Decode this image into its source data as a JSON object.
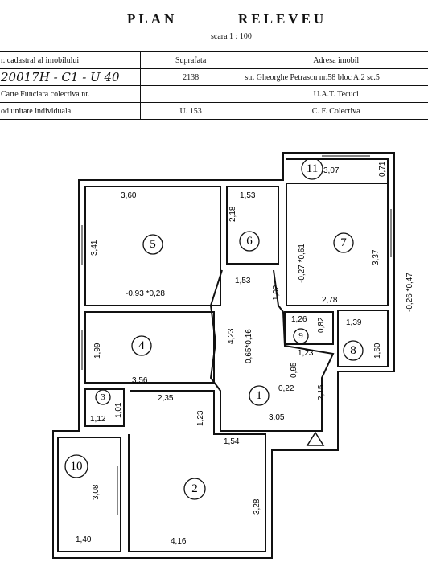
{
  "header": {
    "title_plan": "PLAN",
    "title_releveu": "RELEVEU",
    "scale": "scara   1 : 100"
  },
  "info_table": {
    "row1": {
      "col1": "r. cadastral al imobilului",
      "col2": "Suprafata",
      "col3": "Adresa imobil"
    },
    "row2": {
      "col1": "20017H - C1 - U 40",
      "col2": "2138",
      "col3": "str. Gheorghe Petrascu  nr.58 bloc A.2 sc.5"
    },
    "row3": {
      "col1": "Carte Funciara colectiva nr.",
      "col2": "",
      "col3": "U.A.T.    Tecuci"
    },
    "row4": {
      "col1": "od  unitate individuala",
      "col2": "U. 153",
      "col3": "C. F. Colectiva"
    }
  },
  "rooms": [
    {
      "id": "r1",
      "label": "1"
    },
    {
      "id": "r2",
      "label": "2"
    },
    {
      "id": "r3",
      "label": "3"
    },
    {
      "id": "r4",
      "label": "4"
    },
    {
      "id": "r5",
      "label": "5"
    },
    {
      "id": "r6",
      "label": "6"
    },
    {
      "id": "r7",
      "label": "7"
    },
    {
      "id": "r8",
      "label": "8"
    },
    {
      "id": "r9",
      "label": "9"
    },
    {
      "id": "r10",
      "label": "10"
    },
    {
      "id": "r11",
      "label": "11"
    }
  ],
  "dimensions": {
    "d_3_60": "3,60",
    "d_3_41": "3,41",
    "d_1_53_top": "1,53",
    "d_2_18": "2,18",
    "d_3_07": "3,07",
    "d_0_71": "0,71",
    "d_027_061": "-0,27 *0,61",
    "d_3_37": "3,37",
    "d_093_028": "-0,93 *0,28",
    "d_1_53_mid": "1,53",
    "d_1_02": "1,02",
    "d_2_78": "2,78",
    "d_026_047": "-0,26 *0,47",
    "d_1_99": "1,99",
    "d_4_23": "4,23",
    "d_065_016": "0,65*0,16",
    "d_1_26": "1,26",
    "d_0_82": "0,82",
    "d_1_39": "1,39",
    "d_1_23_small": "1,23",
    "d_1_60": "1,60",
    "d_3_56": "3,56",
    "d_0_95": "0,95",
    "d_0_22": "0,22",
    "d_2_15": "2,15",
    "d_2_35": "2,35",
    "d_1_12": "1,12",
    "d_1_01": "1,01",
    "d_1_23": "1,23",
    "d_3_05": "3,05",
    "d_1_54": "1,54",
    "d_3_08": "3,08",
    "d_3_28": "3,28",
    "d_1_40": "1,40",
    "d_4_16": "4,16"
  }
}
